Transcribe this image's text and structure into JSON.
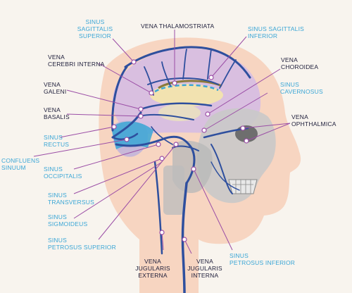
{
  "colors": {
    "label_dark": "#1d1d3a",
    "label_blue": "#3aa6d6",
    "leader_line": "#9b4ea6",
    "vein": "#2e4f9e",
    "skin": "#f7cfb8",
    "brain": "#d9bfe0",
    "skull": "#c9c9c9"
  },
  "labels": {
    "sinus_sagittalis_superior": "SINUS\nSAGITTALIS\nSUPERIOR",
    "vena_thalamostriata": "VENA THALAMOSTRIATA",
    "sinus_sagittalis_inferior": "SINUS SAGITTALIS\nINFERIOR",
    "vena_cerebri_interna": "VENA\nCEREBRI INTERNA",
    "vena_choroidea": "VENA\nCHOROIDEA",
    "vena_galeni": "VENA\nGALENI",
    "sinus_cavernosus": "SINUS\nCAVERNOSUS",
    "vena_basalis": "VENA\nBASALIS",
    "vena_ophthalmica": "VENA\nOPHTHALMICA",
    "sinus_rectus": "SINUS\nRECTUS",
    "confluens_sinuum": "CONFLUENS\nSINUUM",
    "sinus_occipitalis": "SINUS\nOCCIPITALIS",
    "sinus_transversus": "SINUS\nTRANSVERSUS",
    "sinus_sigmoideus": "SINUS\nSIGMOIDEUS",
    "sinus_petrosus_superior": "SINUS\nPETROSUS SUPERIOR",
    "vena_jugularis_externa": "VENA\nJUGULARIS\nEXTERNA",
    "vena_jugularis_interna": "VENA\nJUGULARIS\nINTERNA",
    "sinus_petrosus_inferior": "SINUS\nPETROSUS INFERIOR"
  }
}
